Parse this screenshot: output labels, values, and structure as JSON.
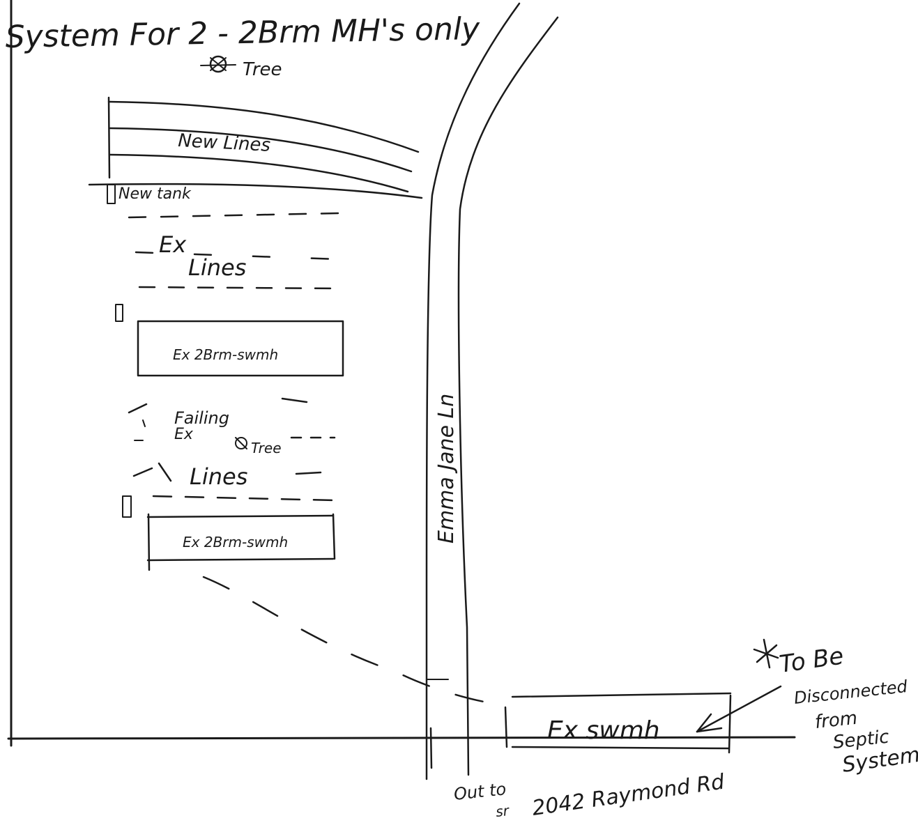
{
  "title": "System For 2 - 2Brm MH's only",
  "tree_top": "Tree",
  "new_lines": "New Lines",
  "new_tank": "New tank",
  "ex_lines": {
    "line1": "Ex",
    "line2": "Lines"
  },
  "ex_2brm_sw_top": "Ex 2Brm-swmh",
  "failing": {
    "line1": "Failing",
    "line2": "Ex",
    "tree": "Tree",
    "line3": "Lines"
  },
  "ex_2brm_sw_bottom": "Ex 2Brm-swmh",
  "road": "Emma Jane Ln",
  "bottom_box": "Ex swmh",
  "note": {
    "line1": "To Be",
    "line2": "Disconnected",
    "line3": "from",
    "line4": "Septic",
    "line5": "System"
  },
  "out_to": {
    "line1": "Out to",
    "line2": "sr",
    "line3": "2042 Raymond Rd"
  }
}
